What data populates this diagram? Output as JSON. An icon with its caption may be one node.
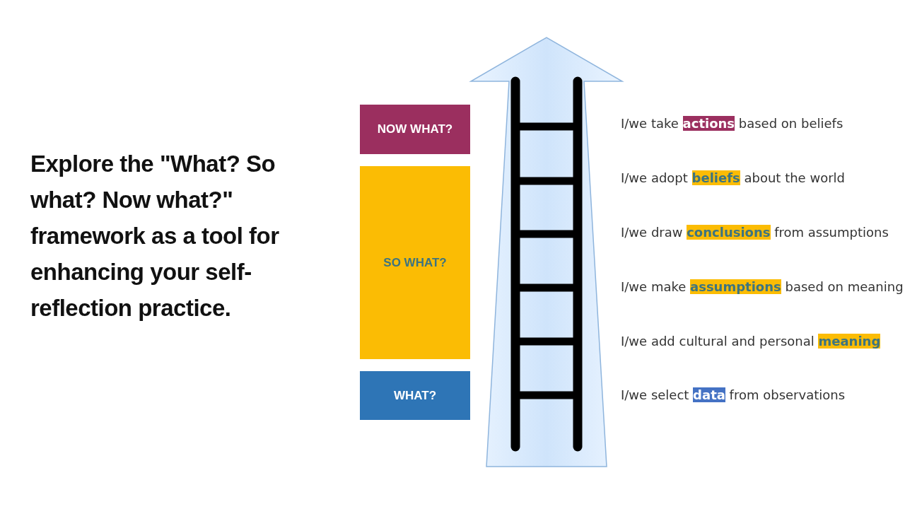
{
  "diagram": {
    "title": "Explore the **\"What? So what? Now what?\"** framework as a tool for enhancing your self-reflection practice.",
    "nodes": [
      {
        "text": [
          "NOW WHAT?"
        ]
      },
      {
        "text": [
          "SO WHAT?"
        ]
      },
      {
        "text": [
          "WHAT?"
        ]
      }
    ],
    "labels": [
      "I/we take **actions** based on beliefs",
      "I/we adopt **beliefs** about the world",
      "I/we draw **conclusions** from assumptions",
      "I/we make **assumptions** based on meaning",
      "I/we add cultural and personal **meaning**",
      "I/we select **data** from observations"
    ]
  }
}
